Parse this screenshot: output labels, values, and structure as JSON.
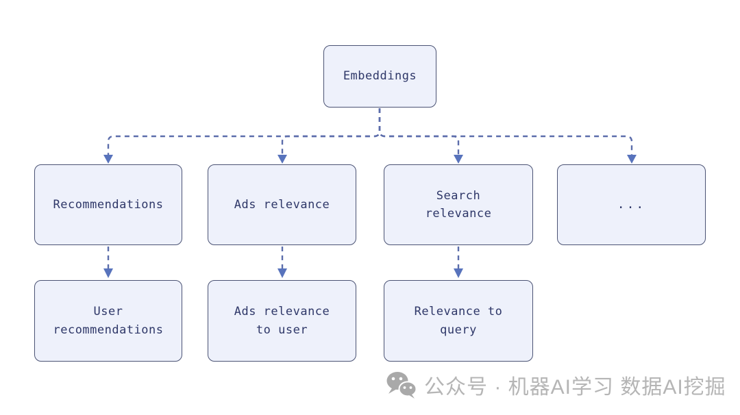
{
  "diagram": {
    "root": {
      "label": "Embeddings"
    },
    "level1": [
      {
        "label": "Recommendations"
      },
      {
        "label": "Ads relevance"
      },
      {
        "label": "Search\nrelevance"
      },
      {
        "label": "..."
      }
    ],
    "level2": [
      {
        "label": "User\nrecommendations"
      },
      {
        "label": "Ads relevance\nto user"
      },
      {
        "label": "Relevance to\nquery"
      }
    ],
    "colors": {
      "node_fill": "#eef1fb",
      "node_border": "#4a5273",
      "node_text": "#2e3768",
      "connector": "#5c6dab",
      "arrowhead": "#5873bc"
    }
  },
  "watermark": {
    "icon": "wechat-icon",
    "text": "公众号 · 机器AI学习 数据AI挖掘",
    "color": "#b5b5b5"
  }
}
